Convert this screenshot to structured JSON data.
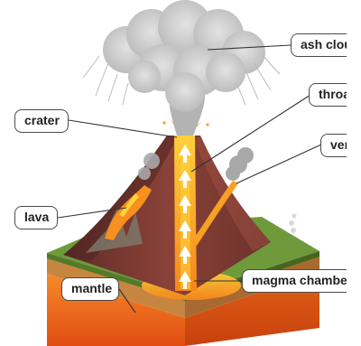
{
  "labels": {
    "ash_cloud": "ash cloud",
    "throat": "throat",
    "crater": "crater",
    "vent": "vent",
    "lava": "lava",
    "mantle": "mantle",
    "magma_chamber": "magma chamber"
  },
  "colors": {
    "magma": "#f7901e",
    "magma_bright": "#ffd23a",
    "rock": "#7a3b34",
    "rock_dark": "#5a2a26",
    "grass": "#6f9a3c",
    "mantle": "#f06a1c",
    "ash": "#c9c9c9",
    "smoke": "#a8a8a8"
  }
}
